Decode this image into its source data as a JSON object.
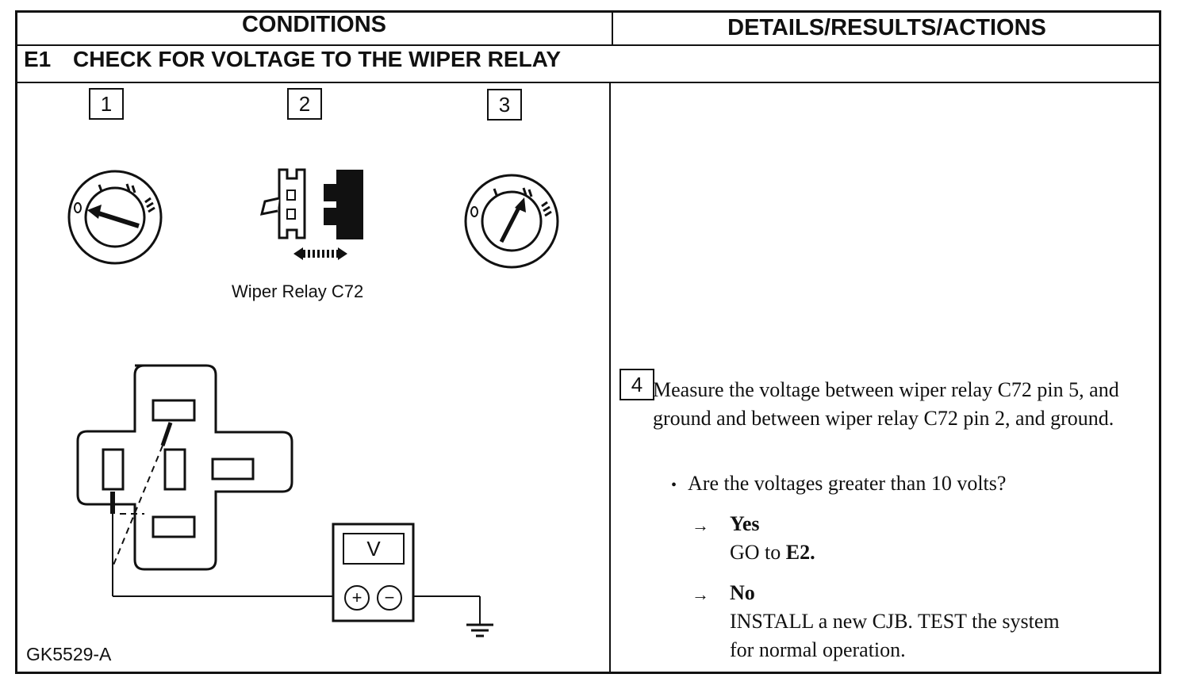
{
  "header": {
    "conditions": "CONDITIONS",
    "details": "DETAILS/RESULTS/ACTIONS"
  },
  "section": {
    "number": "E1",
    "title": "CHECK FOR VOLTAGE TO THE WIPER RELAY"
  },
  "steps": {
    "s1": "1",
    "s2": "2",
    "s3": "3",
    "s4": "4"
  },
  "illustrations": {
    "ignition_left": {
      "labels": [
        "O",
        "I",
        "II",
        "III"
      ],
      "position": "O"
    },
    "ignition_right": {
      "labels": [
        "O",
        "I",
        "II",
        "III"
      ],
      "position": "II"
    },
    "relay_caption": "Wiper Relay C72",
    "meter_label": "V",
    "meter_plus": "+",
    "meter_minus": "−",
    "figure_id": "GK5529-A"
  },
  "step4": {
    "instruction": "Measure the voltage between wiper relay C72 pin 5, and ground and between wiper relay C72 pin 2, and ground.",
    "question": "Are the voltages greater than 10 volts?",
    "yes_label": "Yes",
    "yes_action_prefix": "GO to ",
    "yes_action_target": "E2.",
    "no_label": "No",
    "no_action_line1": "INSTALL a new CJB. TEST the system",
    "no_action_line2": "for normal operation."
  }
}
